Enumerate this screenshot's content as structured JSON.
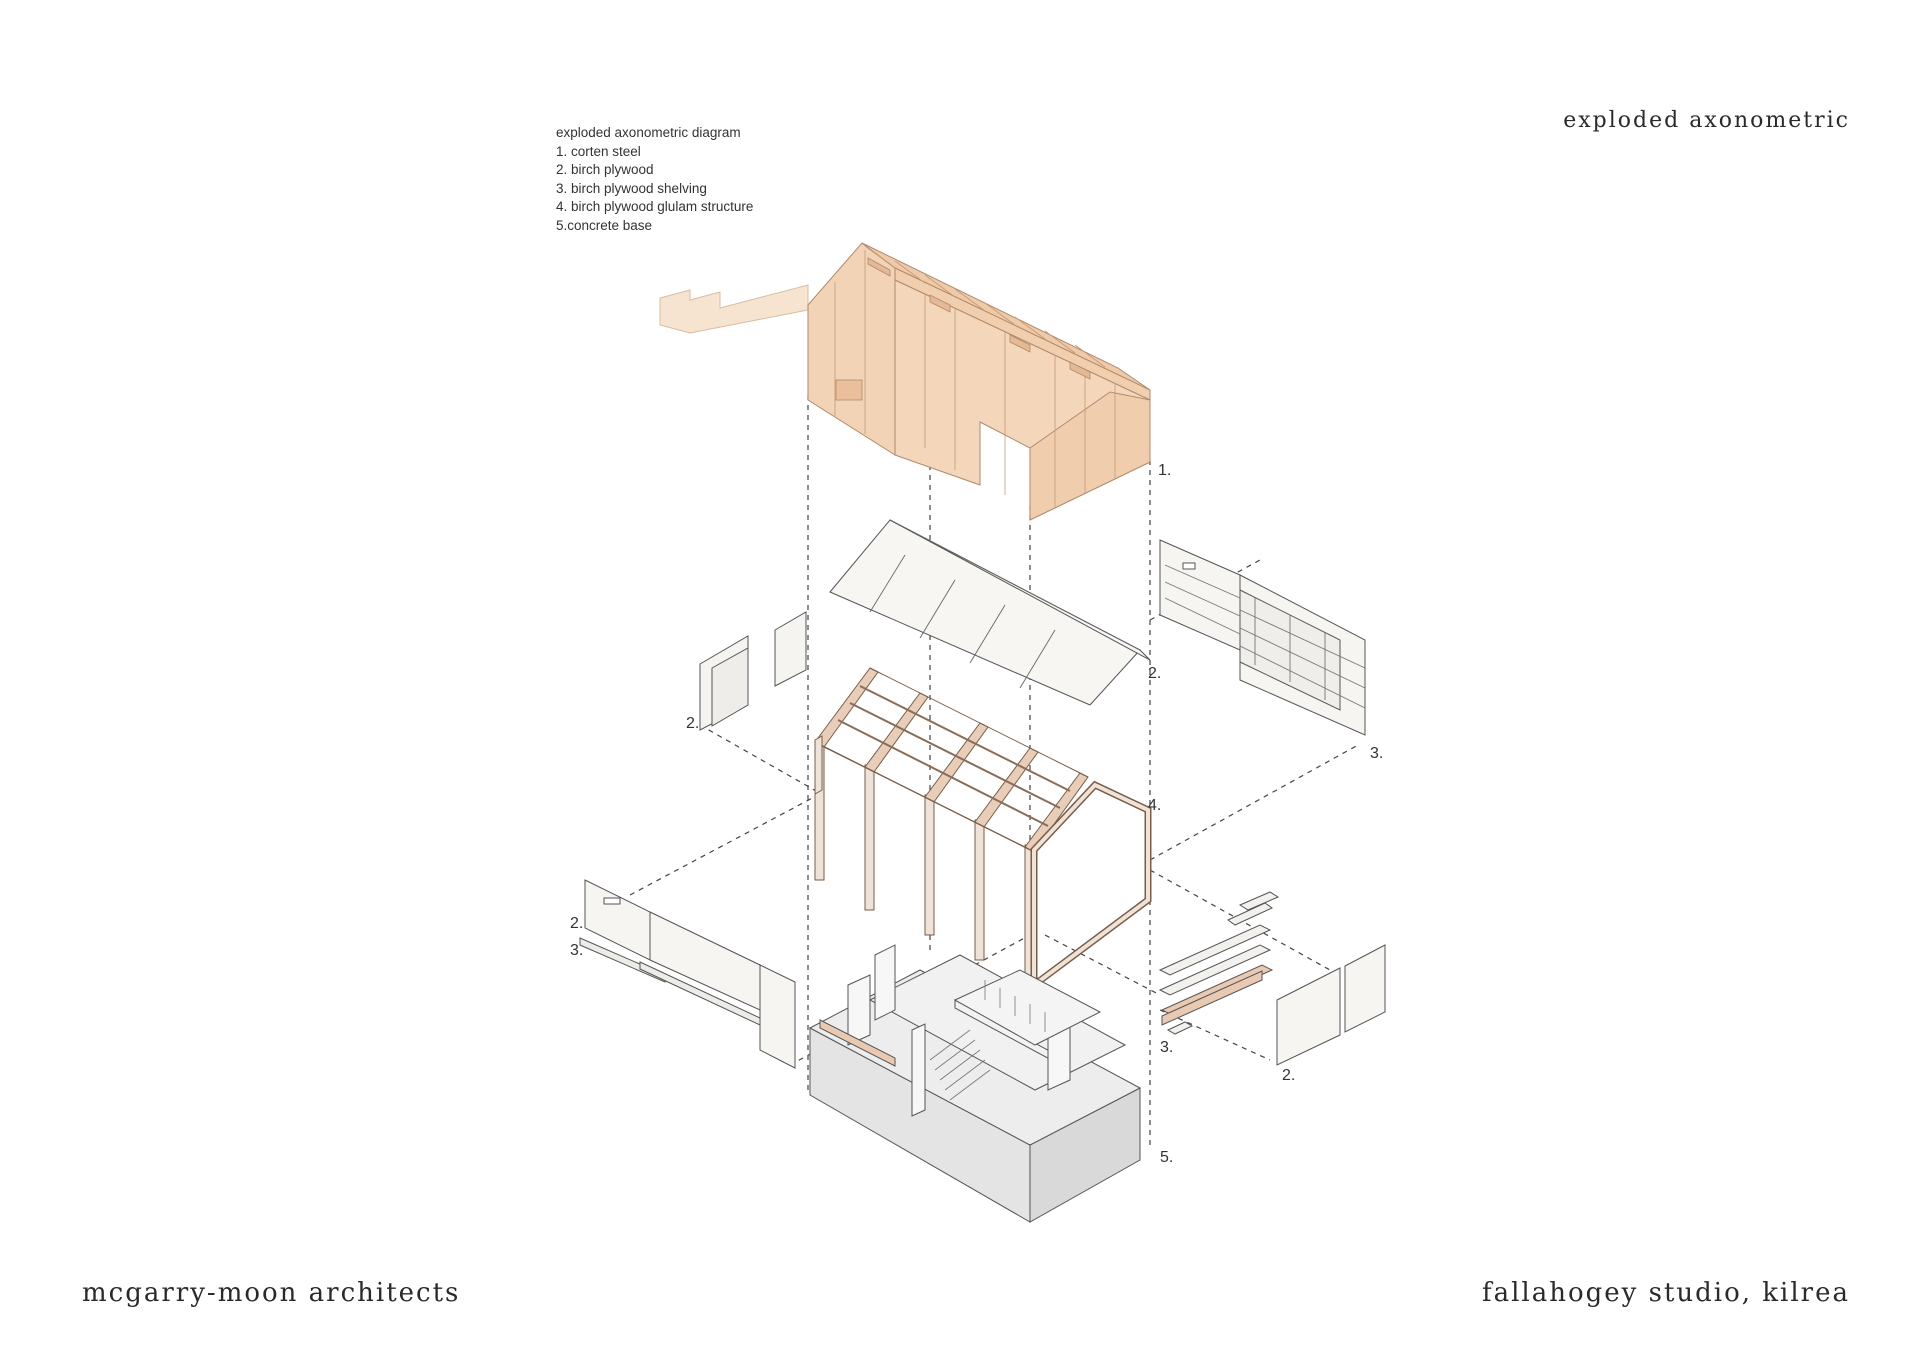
{
  "sheet_title": "exploded axonometric",
  "legend": {
    "heading": "exploded axonometric diagram",
    "items": [
      "1. corten steel",
      "2. birch plywood",
      "3. birch plywood shelving",
      "4. birch plywood glulam structure",
      "5.concrete base"
    ]
  },
  "callouts": {
    "c1": "1.",
    "c2_roof": "2.",
    "c2_left_upper": "2.",
    "c3_right_upper": "3.",
    "c4": "4.",
    "c2_left_lower": "2.",
    "c3_left_lower": "3.",
    "c3_right_lower": "3.",
    "c2_right_lower": "2.",
    "c5": "5."
  },
  "footer": {
    "architect": "mcgarry-moon architects",
    "project": "fallahogey studio, kilrea"
  },
  "colors": {
    "corten": "#f3d3b6",
    "corten_dark": "#e9bd98",
    "plywood": "#f6f4f1",
    "glulam": "#e9cbb4",
    "concrete": "#e2e2e2",
    "line": "#3a3a3a"
  }
}
